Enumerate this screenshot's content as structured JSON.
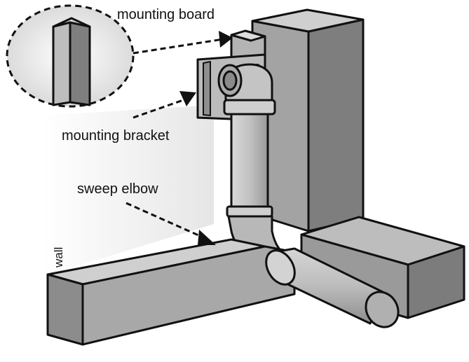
{
  "labels": {
    "mounting_board": "mounting board",
    "mounting_bracket": "mounting bracket",
    "sweep_elbow": "sweep elbow",
    "wall": "wall"
  },
  "colors": {
    "outline": "#111111",
    "light_gray": "#c9c9c9",
    "mid_gray": "#a3a3a3",
    "dark_gray": "#7a7a7a",
    "pipe_gray": "#bdbdbd",
    "wall_shade": "#eeeeee"
  }
}
